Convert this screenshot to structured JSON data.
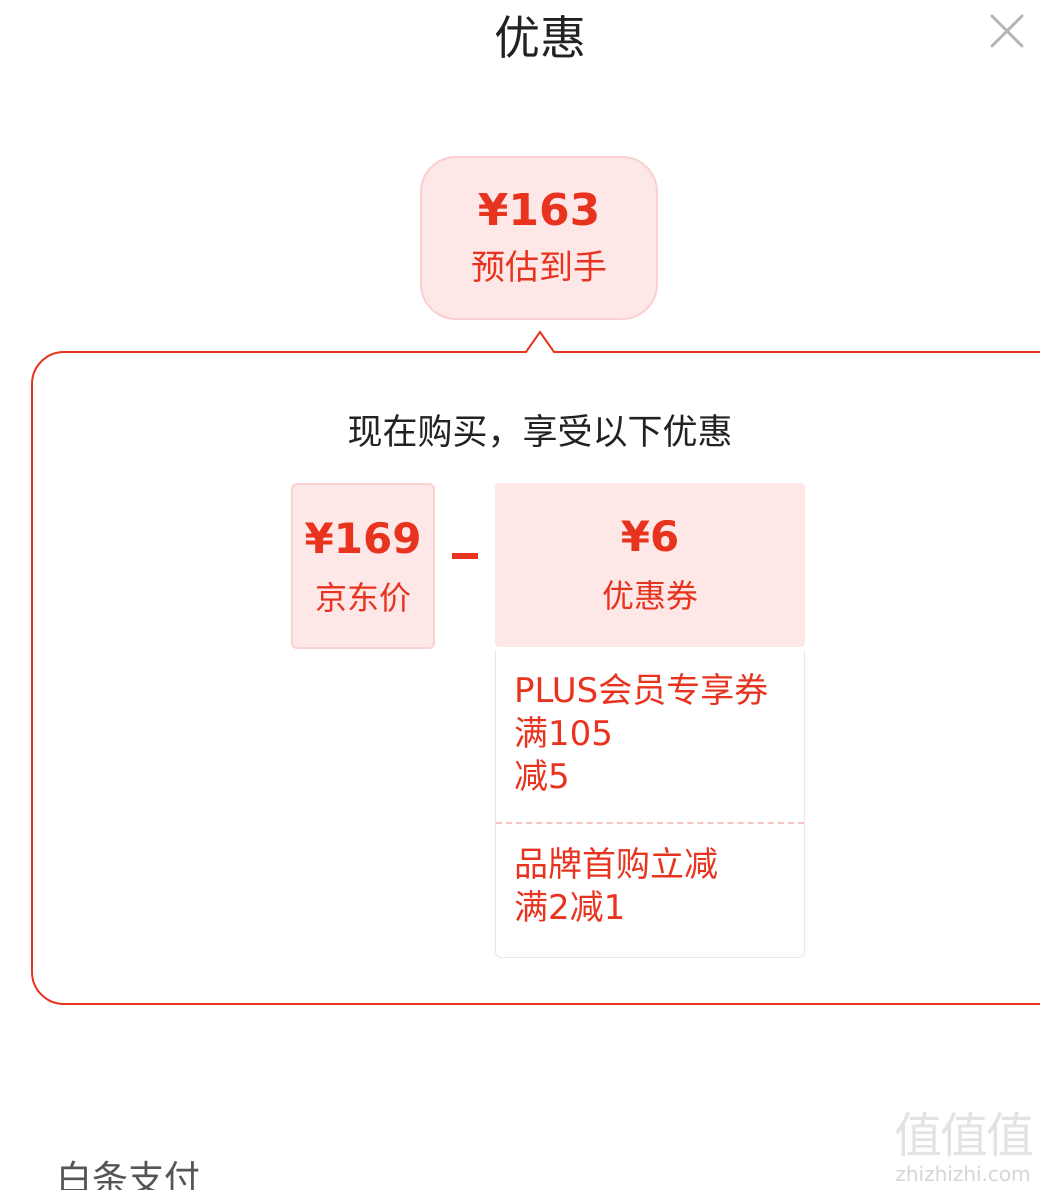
{
  "header": {
    "title": "优惠"
  },
  "estimate": {
    "price": "¥163",
    "label": "预估到手"
  },
  "promo": {
    "heading": "现在购买，享受以下优惠",
    "jd_price": {
      "value": "¥169",
      "label": "京东价"
    },
    "coupon_total": {
      "value": "¥6",
      "label": "优惠券"
    },
    "coupons": [
      {
        "lines": [
          "PLUS会员专享券",
          "满105",
          "减5"
        ]
      },
      {
        "lines": [
          "品牌首购立减",
          "满2减1"
        ]
      }
    ]
  },
  "footer": {
    "label": "白条支付"
  },
  "watermark": {
    "logo": "值值值",
    "url": "zhizhizhi.com"
  },
  "colors": {
    "accent": "#e8331f",
    "tag_bg": "#fde7e7",
    "frame": "#e8331f"
  },
  "icons": {
    "close": "close-icon"
  }
}
